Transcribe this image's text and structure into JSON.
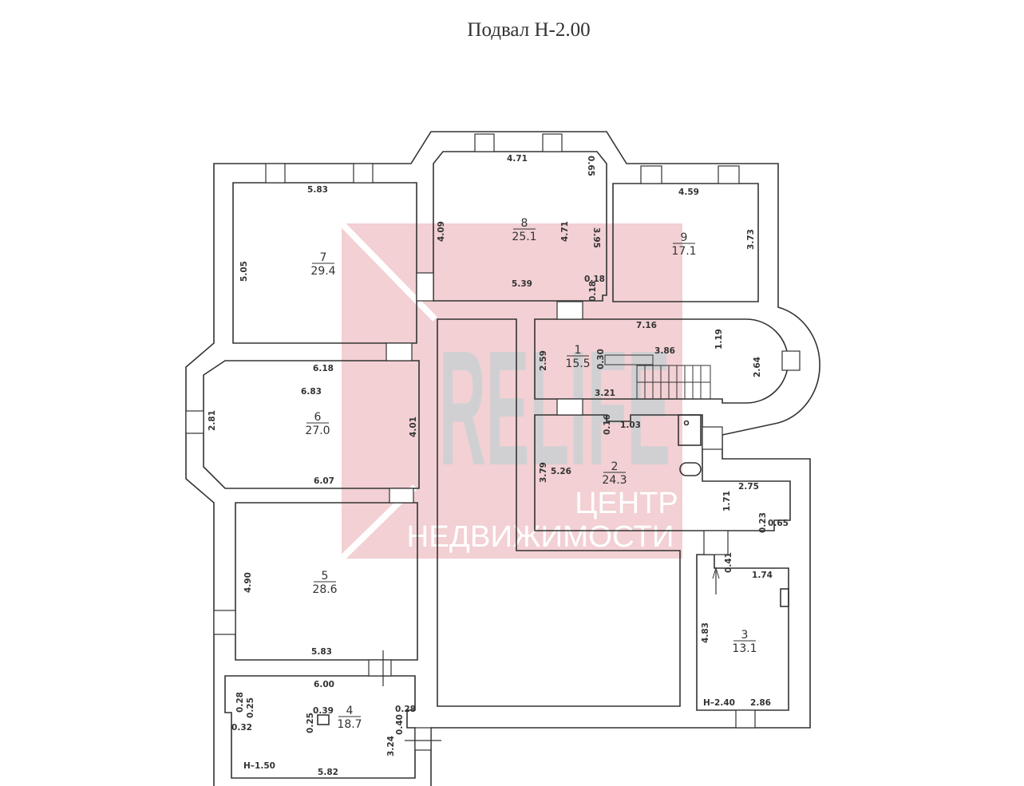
{
  "title": "Подвал Н-2.00",
  "watermark": {
    "brand": "RELIFE",
    "line1": "ЦЕНТР",
    "line2": "НЕДВИЖИМОСТИ",
    "color_bg": "#f0c8cc",
    "color_text": "#c8c8cc"
  },
  "rooms": [
    {
      "number": "7",
      "area": "29.4"
    },
    {
      "number": "8",
      "area": "25.1"
    },
    {
      "number": "9",
      "area": "17.1"
    },
    {
      "number": "1",
      "area": "15.5"
    },
    {
      "number": "6",
      "area": "27.0"
    },
    {
      "number": "2",
      "area": "24.3"
    },
    {
      "number": "5",
      "area": "28.6"
    },
    {
      "number": "4",
      "area": "18.7"
    },
    {
      "number": "3",
      "area": "13.1"
    }
  ],
  "dimensions": [
    "4.71",
    "0.65",
    "5.83",
    "4.09",
    "4.71",
    "3.95",
    "4.59",
    "3.73",
    "5.05",
    "5.39",
    "0.18",
    "0.18",
    "7.16",
    "1.19",
    "2.59",
    "0.30",
    "3.86",
    "2.64",
    "6.18",
    "6.83",
    "2.81",
    "4.01",
    "3.21",
    "0.16",
    "1.03",
    "3.79",
    "5.26",
    "6.07",
    "2.75",
    "1.71",
    "0.23",
    "0.65",
    "0.41",
    "1.74",
    "4.90",
    "4.83",
    "5.83",
    "6.00",
    "0.28",
    "0.25",
    "0.39",
    "0.28",
    "0.32",
    "0.25",
    "0.40",
    "3.24",
    "Н–1.50",
    "5.82",
    "Н–2.40",
    "2.86"
  ]
}
